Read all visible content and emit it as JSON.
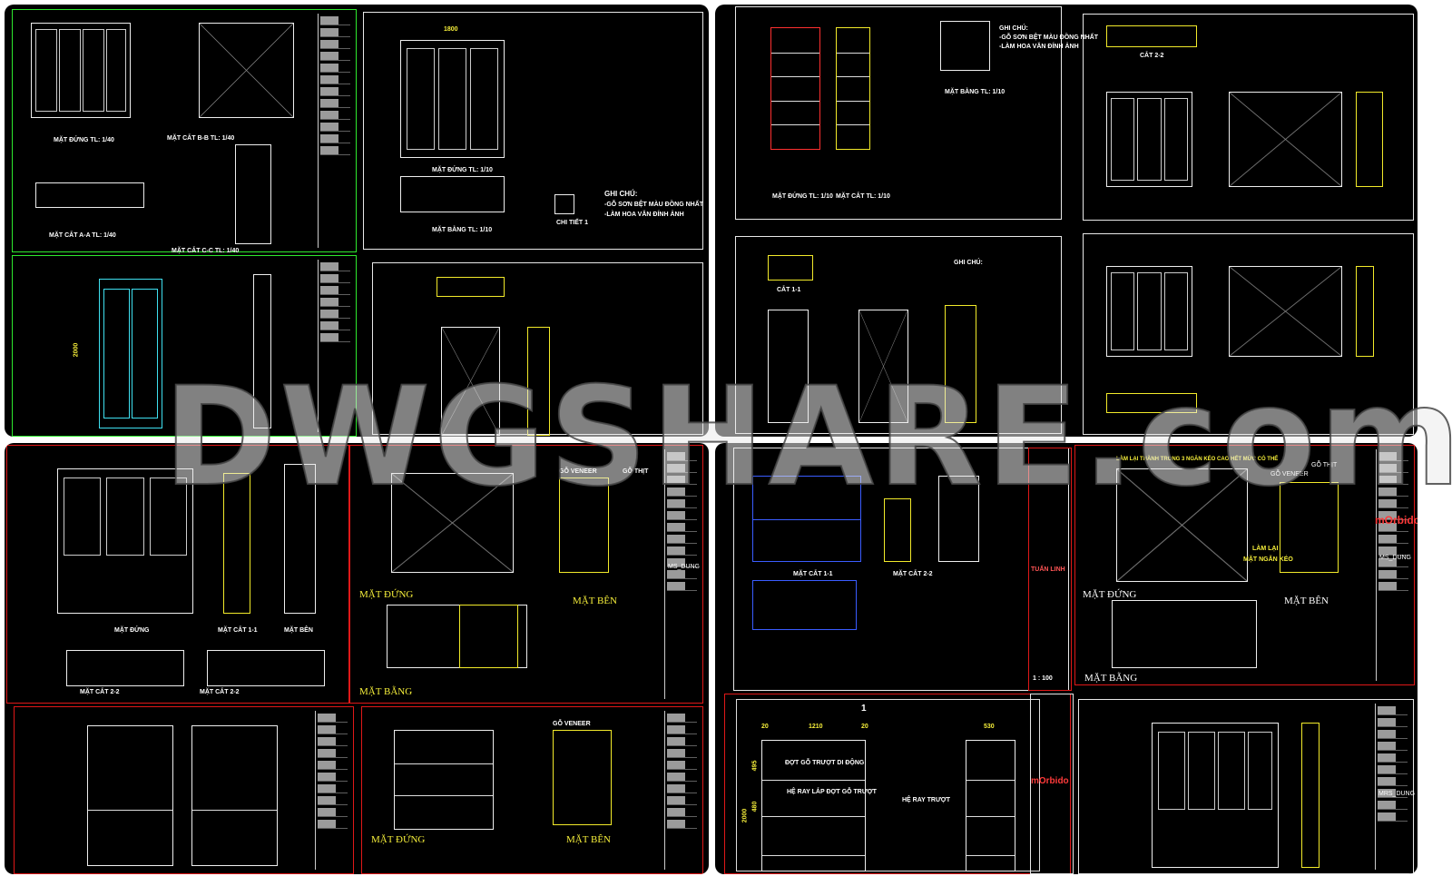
{
  "watermark": "DWGSHARE.com",
  "colors": {
    "background": "#000000",
    "sheet_border_green": "#2ee82e",
    "sheet_border_red": "#e01818",
    "dimension_yellow": "#f5ee3a",
    "cyan": "#3fe0f0"
  },
  "tl": {
    "mat_dung_140": "MẶT ĐỨNG  TL: 1/40",
    "mat_cat_bb": "MẶT CẮT B-B  TL: 1/40",
    "mat_cat_aa": "MẶT CẮT A-A  TL: 1/40",
    "mat_cat_cc": "MẶT CẮT C-C  TL: 1/40",
    "mat_dung_110": "MẶT ĐỨNG  TL: 1/10",
    "mat_bang_110": "MẶT BẰNG  TL: 1/10",
    "ghi_chu": "GHI CHÚ:",
    "note1": "-GỖ SƠN BỆT MÀU ĐỒNG NHẤT",
    "note2": "-LÀM HOA VĂN ĐÍNH ẢNH",
    "chi_tiet": "CHI TIẾT 1",
    "dim_2000": "2000",
    "dim_1800": "1800"
  },
  "tr": {
    "mat_dung": "MẶT ĐỨNG  TL: 1/10",
    "mat_cat": "MẶT CẮT  TL: 1/10",
    "mat_bang": "MẶT BẰNG  TL: 1/10",
    "ghi_chu": "GHI CHÚ:",
    "note1": "-GỖ SƠN BỆT MÀU ĐỒNG NHẤT",
    "note2": "-LÀM HOA VĂN ĐÍNH ẢNH",
    "cat11": "CẮT 1-1",
    "cat22": "CẮT 2-2"
  },
  "bl": {
    "mat_dung": "MẶT ĐỨNG",
    "mat_cat_11": "MẶT CẮT 1-1",
    "mat_ben": "MẶT BÊN",
    "mat_cat_22a": "MẶT CẮT 2-2",
    "mat_cat_22b": "MẶT CẮT 2-2",
    "go_veneer": "GỖ VENEER",
    "go_thit": "GỖ THỊT",
    "mat_dung_big": "MẶT ĐỨNG",
    "mat_ben_big": "MẶT BÊN",
    "mat_bang_big": "MẶT BẰNG",
    "ms_dung": "MS_DUNG"
  },
  "br": {
    "mat_cat_11": "MẶT CẮT 1-1",
    "mat_cat_22": "MẶT CẮT 2-2",
    "tuan_linh": "TUẤN LINH",
    "scale": "1 : 100",
    "lam_lai": "LÀM LẠI THÀNH TRONG 3 NGĂN KÉO CAO HẾT MỨC CÓ THỂ",
    "go_veneer": "GỖ VENEER",
    "go_thit": "GỖ THỊT",
    "lam_lai_ngan": "LÀM LẠI",
    "mat_ngan_keo": "MẶT NGĂN KÉO",
    "mat_dung": "MẶT ĐỨNG",
    "mat_ben": "MẶT BÊN",
    "mat_bang": "MẶT BẰNG",
    "ms_dung": "MS_DUNG",
    "mrs_dung": "MRS_DUNG",
    "logo": "mOrbido",
    "dim_1210": "1210",
    "dim_20": "20",
    "dim_530": "530",
    "dim_2000": "2000",
    "dim_495": "495",
    "dim_480": "480",
    "dot_go": "ĐỢT GỖ TRƯỢT DI ĐỘNG",
    "he_ray_lap": "HỆ RAY LẮP ĐỢT GỖ TRƯỢT",
    "he_ray": "HỆ RAY TRƯỢT",
    "section": "1"
  }
}
